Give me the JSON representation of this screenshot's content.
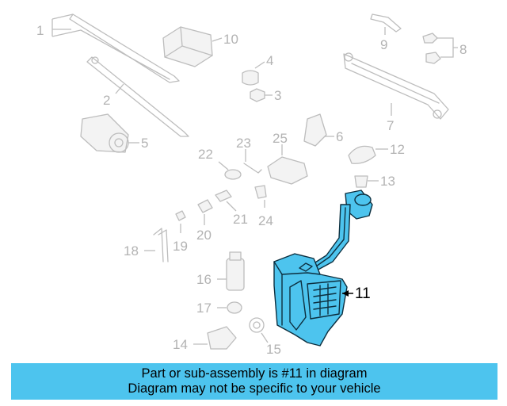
{
  "diagram": {
    "callouts": [
      "1",
      "2",
      "3",
      "4",
      "5",
      "6",
      "7",
      "8",
      "9",
      "10",
      "11",
      "12",
      "13",
      "14",
      "15",
      "16",
      "17",
      "18",
      "19",
      "20",
      "21",
      "22",
      "23",
      "24",
      "25"
    ],
    "highlighted_part": "11",
    "colors": {
      "highlight": "#4dc4ee",
      "outline": "#0d2f3f",
      "inactive": "#bdbdbd"
    }
  },
  "banner": {
    "line1": "Part or sub-assembly is #11 in diagram",
    "line2": "Diagram may not be specific to your vehicle"
  }
}
